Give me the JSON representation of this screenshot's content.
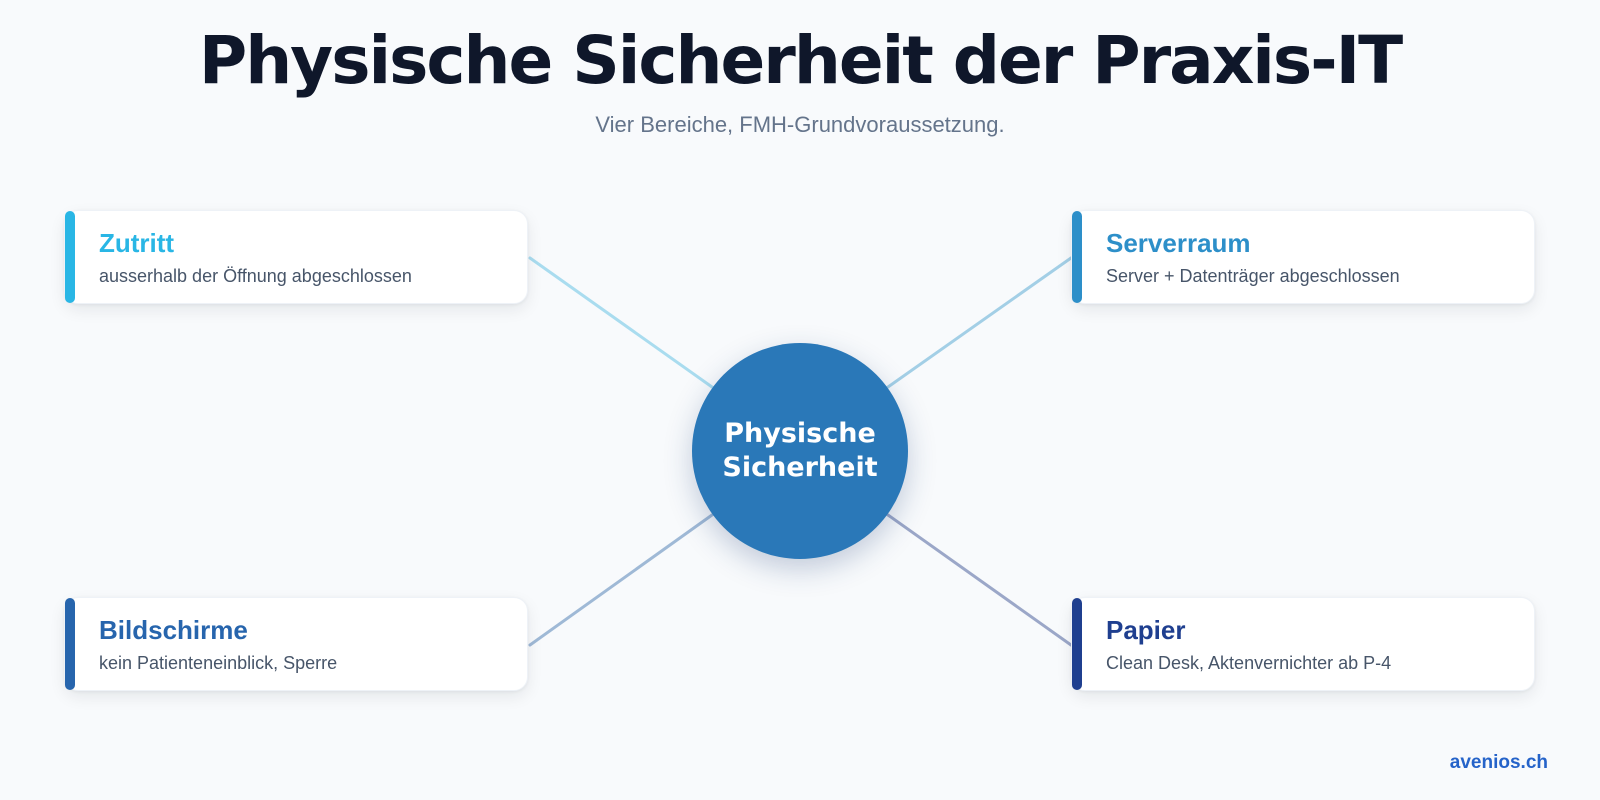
{
  "header": {
    "title": "Physische Sicherheit der Praxis-IT",
    "subtitle": "Vier Bereiche, FMH-Grundvoraussetzung."
  },
  "hub": {
    "label": "Physische Sicherheit",
    "color": "#2a78b8"
  },
  "cards": [
    {
      "id": "zutritt",
      "title": "Zutritt",
      "description": "ausserhalb der Öffnung abgeschlossen",
      "accent": "#29b6e5",
      "line": "#a9dcef"
    },
    {
      "id": "serverraum",
      "title": "Serverraum",
      "description": "Server + Datenträger abgeschlossen",
      "accent": "#2d8fc9",
      "line": "#a3cfe6"
    },
    {
      "id": "bildschirme",
      "title": "Bildschirme",
      "description": "kein Patienteneinblick, Sperre",
      "accent": "#2765ad",
      "line": "#9fb9d6"
    },
    {
      "id": "papier",
      "title": "Papier",
      "description": "Clean Desk, Aktenvernichter ab P-4",
      "accent": "#1f3f8f",
      "line": "#9ba7c8"
    }
  ],
  "footer": {
    "brand": "avenios.ch"
  }
}
